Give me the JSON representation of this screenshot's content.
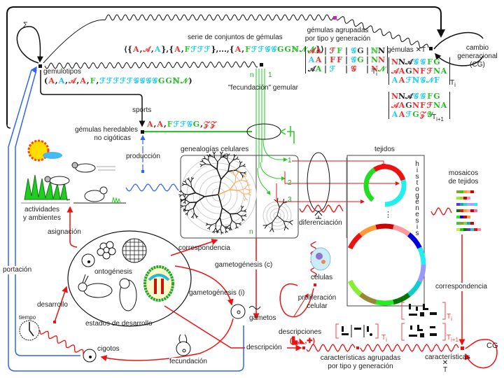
{
  "labels": {
    "serie_conjuntos": "serie de conjuntos de gémulas",
    "gemulas_agrupadas": [
      "gémulas agrupadas",
      "por tipo y generación"
    ],
    "gemulas_xt": "gémulas ✕T",
    "cambio_generacional": [
      "cambio",
      "generacional",
      "(CG)"
    ],
    "gemulotipos": "gemulotipos",
    "fecundacion_gemular": "\"fecundación\" gemular",
    "fecundacion_n": "n",
    "fecundacion_1": "1",
    "sports": "sports",
    "gemulas_heredables": [
      "gémulas heredables",
      "no cigóticas"
    ],
    "produccion": "producción",
    "genealogias": "genealogías celulares",
    "genealogias_n": "n",
    "tejidos": "tejidos",
    "histogenesis": "histogénesis",
    "mosaicos": [
      "mosaicos",
      "de tejidos"
    ],
    "actividades": [
      "actividades",
      "y ambientes"
    ],
    "asignacion": "asignación",
    "correspondencia_1": "correspondencia",
    "correspondencia_2": "correspondencia",
    "diferenciacion": "diferenciación",
    "ontogenesis": "ontogénesis",
    "estados_desarrollo": "estados de desarrollo",
    "portacion": "portación",
    "desarrollo": "desarrollo",
    "tiempo": "tiempo",
    "cigotos": "cigotos",
    "fecundacion": "fecundación",
    "gametogenesis_c": "gametogénesis (c)",
    "gametogenesis_i": "gametogénesis (i)",
    "gametos": "gametos",
    "celulas": "células",
    "proliferacion": [
      "proliferación",
      "celular"
    ],
    "descripciones": "descripciones",
    "descripcion": "descripción",
    "caracteristicas_agrupadas": [
      "características agrupadas",
      "por tipo y generación"
    ],
    "caracteristicas": "características",
    "caracteristicas_xt": [
      "✕",
      "T"
    ],
    "cg": "CG",
    "sigma": "Σ",
    "path_1": "1",
    "path_2": "2",
    "path_3": "3",
    "ellipsis": "⋮"
  },
  "subscripts": {
    "ti": "T",
    "ti_sub": "i",
    "ti1_sub": "i+1"
  },
  "gemulotipos_symbols": [
    {
      "t": "(",
      "c": "#222"
    },
    {
      "t": "A",
      "c": "#e83030"
    },
    {
      "t": ",",
      "c": "#222"
    },
    {
      "t": "A",
      "c": "#22bbee"
    },
    {
      "t": ",",
      "c": "#222"
    },
    {
      "t": "𝒜",
      "c": "#e83030"
    },
    {
      "t": ",",
      "c": "#222"
    },
    {
      "t": "A",
      "c": "#e83030"
    },
    {
      "t": ",",
      "c": "#222"
    },
    {
      "t": "F",
      "c": "#33cc33"
    },
    {
      "t": ",",
      "c": "#222"
    },
    {
      "t": "ℱ",
      "c": "#22ccee"
    },
    {
      "t": "ℱ",
      "c": "#22ccee"
    },
    {
      "t": "ℱ",
      "c": "#22ccee"
    },
    {
      "t": "ℱ",
      "c": "#22ccee"
    },
    {
      "t": "ℱ",
      "c": "#22ccee"
    },
    {
      "t": "𝒢",
      "c": "#22ccee"
    },
    {
      "t": "𝒢",
      "c": "#22ccee"
    },
    {
      "t": "𝒢",
      "c": "#22ccee"
    },
    {
      "t": "𝒢",
      "c": "#22ccee"
    },
    {
      "t": "G",
      "c": "#22bb22"
    },
    {
      "t": "G",
      "c": "#22bb22"
    },
    {
      "t": "ℕ",
      "c": "#22bb22"
    },
    {
      "t": "𝒩",
      "c": "#22bb22"
    },
    {
      "t": ")",
      "c": "#222"
    }
  ],
  "serie_symbols": [
    {
      "t": "⟨{",
      "c": "#222"
    },
    {
      "t": "A",
      "c": "#e83030"
    },
    {
      "t": ",",
      "c": "#222"
    },
    {
      "t": "𝒜",
      "c": "#e83030"
    },
    {
      "t": ",",
      "c": "#222"
    },
    {
      "t": "A",
      "c": "#22ccee"
    },
    {
      "t": "},{",
      "c": "#222"
    },
    {
      "t": "A",
      "c": "#e83030"
    },
    {
      "t": ",",
      "c": "#222"
    },
    {
      "t": "F",
      "c": "#33cc33"
    },
    {
      "t": "ℱ",
      "c": "#22ccee"
    },
    {
      "t": "ℱ",
      "c": "#22ccee"
    },
    {
      "t": "ℱ",
      "c": "#22ccee"
    },
    {
      "t": "},...,{",
      "c": "#222"
    },
    {
      "t": "A",
      "c": "#e83030"
    },
    {
      "t": ",",
      "c": "#222"
    },
    {
      "t": "F",
      "c": "#33cc33"
    },
    {
      "t": "ℱ",
      "c": "#22ccee"
    },
    {
      "t": "ℱ",
      "c": "#22ccee"
    },
    {
      "t": "𝒢",
      "c": "#22ccee"
    },
    {
      "t": "𝒢",
      "c": "#22ccee"
    },
    {
      "t": "G",
      "c": "#22bb22"
    },
    {
      "t": "G",
      "c": "#22bb22"
    },
    {
      "t": "ℕ",
      "c": "#22bb22"
    },
    {
      "t": "𝒩",
      "c": "#22bb22"
    },
    {
      "t": "𝒩",
      "c": "#22bb22"
    },
    {
      "t": "}⟩",
      "c": "#222"
    }
  ],
  "heredables_symbols": [
    {
      "t": "A",
      "c": "#e83030"
    },
    {
      "t": ",",
      "c": "#222"
    },
    {
      "t": "A",
      "c": "#e83030"
    },
    {
      "t": ",",
      "c": "#222"
    },
    {
      "t": "F",
      "c": "#33cc33"
    },
    {
      "t": "ℱ",
      "c": "#22ccee"
    },
    {
      "t": "ℱ",
      "c": "#22ccee"
    },
    {
      "t": "𝒢",
      "c": "#22ccee"
    },
    {
      "t": "G",
      "c": "#22bb22"
    },
    {
      "t": ",",
      "c": "#222"
    },
    {
      "t": "𝒵",
      "c": "#e83030"
    },
    {
      "t": "𝒵",
      "c": "#e83030"
    }
  ],
  "matrix_grouped": [
    [
      {
        "t": "𝒜",
        "c": "#e83030"
      },
      {
        "t": "A",
        "c": "#e83030"
      },
      {
        "t": "|",
        "c": "#222"
      },
      {
        "t": "ℱ",
        "c": "#e83030"
      },
      {
        "t": "F",
        "c": "#33cc33"
      },
      {
        "t": "|",
        "c": "#222"
      },
      {
        "t": "𝒢",
        "c": "#22ccee"
      },
      {
        "t": "G",
        "c": "#444"
      },
      {
        "t": "|",
        "c": "#222"
      },
      {
        "t": "ℕ",
        "c": "#33cc33"
      },
      {
        "t": "N",
        "c": "#222"
      }
    ],
    [
      {
        "t": "A",
        "c": "#22ccee"
      },
      {
        "t": "A",
        "c": "#e83030"
      },
      {
        "t": "|",
        "c": "#222"
      },
      {
        "t": "F",
        "c": "#e83030"
      },
      {
        "t": "F",
        "c": "#e83030"
      },
      {
        "t": "|",
        "c": "#222"
      },
      {
        "t": "𝒢",
        "c": "#22ccee"
      },
      {
        "t": "G",
        "c": "#22bb22"
      },
      {
        "t": "|",
        "c": "#222"
      },
      {
        "t": "N",
        "c": "#22bb22"
      },
      {
        "t": "N",
        "c": "#e83030"
      }
    ],
    [
      {
        "t": "𝒜",
        "c": "#222"
      },
      {
        "t": "A",
        "c": "#22bb22"
      },
      {
        "t": "|",
        "c": "#222"
      },
      {
        "t": "ℱ",
        "c": "#22ccee"
      },
      {
        "t": " ",
        "c": "#222"
      },
      {
        "t": "|",
        "c": "#222"
      },
      {
        "t": "𝒢",
        "c": "#e83030"
      },
      {
        "t": " ",
        "c": "#222"
      },
      {
        "t": "|",
        "c": "#222"
      },
      {
        "t": "N",
        "c": "#e83030"
      },
      {
        "t": "𝒩",
        "c": "#22bb22"
      }
    ]
  ],
  "matrix_ti": [
    [
      {
        "t": "N",
        "c": "#e83030"
      },
      {
        "t": "N",
        "c": "#222"
      },
      {
        "t": "𝒜",
        "c": "#222"
      },
      {
        "t": "𝒢",
        "c": "#22ccee"
      },
      {
        "t": "𝒢",
        "c": "#22ccee"
      },
      {
        "t": "F",
        "c": "#33cc33"
      },
      {
        "t": "G",
        "c": "#22bb22"
      }
    ],
    [
      {
        "t": "𝒜",
        "c": "#e83030"
      },
      {
        "t": "A",
        "c": "#e83030"
      },
      {
        "t": "G",
        "c": "#444"
      },
      {
        "t": "N",
        "c": "#e83030"
      },
      {
        "t": "F",
        "c": "#e83030"
      },
      {
        "t": "ℱ",
        "c": "#e83030"
      },
      {
        "t": "N",
        "c": "#22bb22"
      },
      {
        "t": "A",
        "c": "#22bb22"
      }
    ],
    [
      {
        "t": "A",
        "c": "#22ccee"
      },
      {
        "t": "A",
        "c": "#e83030"
      },
      {
        "t": "ℱ",
        "c": "#22ccee"
      },
      {
        "t": "ℕ",
        "c": "#22ccee"
      },
      {
        "t": "𝒢",
        "c": "#22ccee"
      },
      {
        "t": "𝒩",
        "c": "#22ccee"
      },
      {
        "t": "F",
        "c": "#22ccee"
      }
    ]
  ],
  "matrix_ti1": [
    [
      {
        "t": "N",
        "c": "#e83030"
      },
      {
        "t": "N",
        "c": "#222"
      },
      {
        "t": "𝒜",
        "c": "#222"
      },
      {
        "t": "𝒢",
        "c": "#22ccee"
      },
      {
        "t": "𝒢",
        "c": "#22ccee"
      },
      {
        "t": "F",
        "c": "#33cc33"
      },
      {
        "t": "G",
        "c": "#22bb22"
      }
    ],
    [
      {
        "t": "𝒜",
        "c": "#e83030"
      },
      {
        "t": "A",
        "c": "#e83030"
      },
      {
        "t": "G",
        "c": "#444"
      },
      {
        "t": "N",
        "c": "#e83030"
      },
      {
        "t": "F",
        "c": "#e83030"
      },
      {
        "t": "ℱ",
        "c": "#e83030"
      },
      {
        "t": "N",
        "c": "#22bb22"
      },
      {
        "t": "A",
        "c": "#22bb22"
      }
    ],
    [
      {
        "t": "A",
        "c": "#22ccee"
      },
      {
        "t": "A",
        "c": "#e83030"
      },
      {
        "t": "ℱ",
        "c": "#22ccee"
      },
      {
        "t": "G",
        "c": "#22bb22"
      },
      {
        "t": "𝒵",
        "c": "#e83030"
      },
      {
        "t": "𝒴",
        "c": "#22bb22"
      }
    ]
  ],
  "tissue_ring_small": [
    "#22dd22",
    "#ee1111",
    "#22eeee"
  ],
  "tissue_ring_large": [
    "#ee1111",
    "#ff9933",
    "#cc0000",
    "#ff9999",
    "#0000dd",
    "#22eeee",
    "#9999ff",
    "#11cccc",
    "#007700",
    "#22ee22",
    "#998833",
    "#88ee33"
  ],
  "mosaics": [
    [
      "#999933",
      "#22cc22",
      "#ff9933",
      "#ffaa77",
      "#cc0000"
    ],
    [
      "#99ee33",
      "#aacc33",
      "#cc0000",
      "#ff88aa"
    ],
    [
      "#6633cc",
      "#11aaaa",
      "#44cccc",
      "#aaaaee",
      "#99aaff",
      "#22eeee"
    ],
    [
      "#007700",
      "#ee1111",
      "#ff9933",
      "#ffaa99",
      "#cc0000",
      "#ff6699"
    ],
    [
      "#22ee22",
      "#0000cc",
      "#cc0000",
      "#ff9933"
    ],
    [
      "#33cc33",
      "#999933",
      "#77dd33",
      "#11aaaa",
      "#cc0000"
    ],
    [
      "#ccee33",
      "#22cc22",
      "#007700",
      "#6633cc",
      "#22cccc",
      "#ee1111",
      "#ff88aa"
    ]
  ],
  "colors": {
    "black": "#111111",
    "red": "#ee1111",
    "green": "#22cc22",
    "blue": "#3366ee",
    "magenta": "#cc22cc",
    "orange": "#ffaa55",
    "gray": "#bbbbbb"
  }
}
